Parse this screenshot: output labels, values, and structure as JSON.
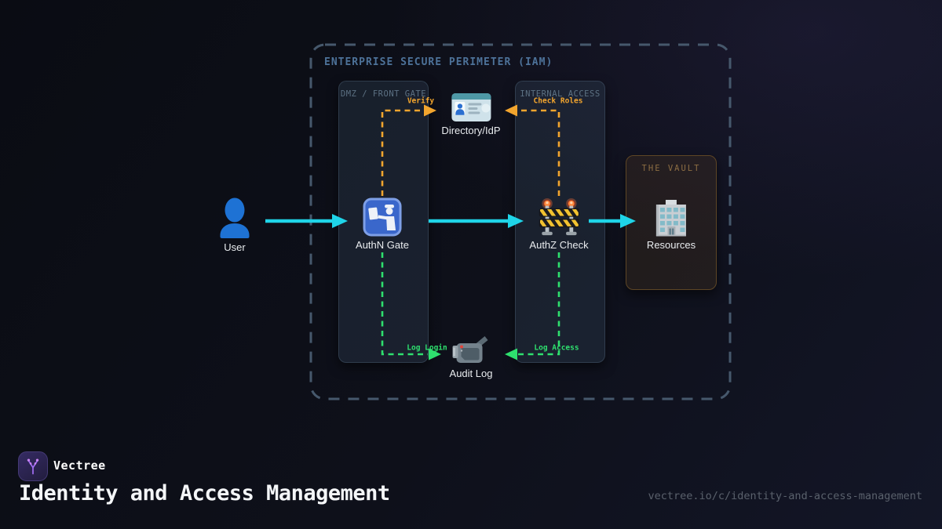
{
  "colors": {
    "cyan": "#1fd4e8",
    "orange": "#f2a52e",
    "green": "#2ee06e",
    "perimeter-border": "#46586c",
    "perimeter-label": "#4d7299",
    "zone-label": "#5c7183",
    "vault-label": "#8d6e43",
    "node-label": "#e9ecef",
    "title": "#f4f6f8",
    "url": "#5a616c"
  },
  "diagram": {
    "perimeter_label": "ENTERPRISE SECURE PERIMETER (IAM)",
    "zones": {
      "dmz": {
        "label": "DMZ / FRONT GATE"
      },
      "internal": {
        "label": "INTERNAL ACCESS"
      },
      "vault": {
        "label": "THE VAULT"
      }
    },
    "nodes": {
      "user": {
        "label": "User",
        "icon": "person-silhouette-icon"
      },
      "authn": {
        "label": "AuthN Gate",
        "icon": "passport-control-icon"
      },
      "directory": {
        "label": "Directory/IdP",
        "icon": "id-card-icon"
      },
      "authz": {
        "label": "AuthZ Check",
        "icon": "construction-barrier-icon"
      },
      "resources": {
        "label": "Resources",
        "icon": "office-building-icon"
      },
      "audit": {
        "label": "Audit Log",
        "icon": "video-camera-icon"
      }
    },
    "edges": {
      "verify": {
        "label": "Verify",
        "style": "dashed-orange"
      },
      "check_roles": {
        "label": "Check Roles",
        "style": "dashed-orange"
      },
      "log_login": {
        "label": "Log Login",
        "style": "dashed-green"
      },
      "log_access": {
        "label": "Log Access",
        "style": "dashed-green"
      }
    }
  },
  "footer": {
    "brand": "Vectree",
    "title": "Identity and Access Management",
    "url": "vectree.io/c/identity-and-access-management"
  }
}
